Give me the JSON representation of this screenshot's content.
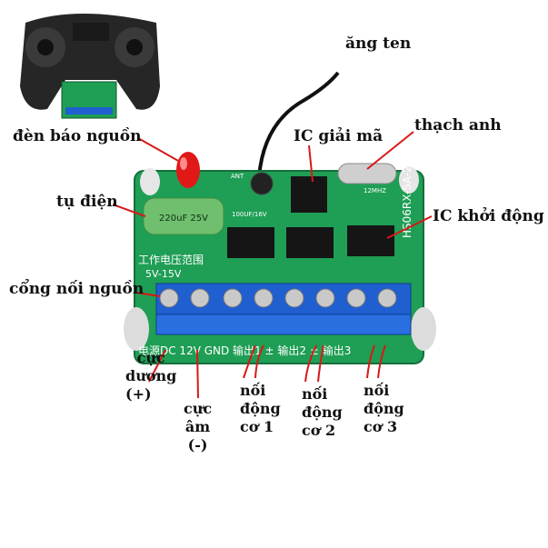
{
  "labels": {
    "antenna": "ăng ten",
    "power_led": "đèn báo nguồn",
    "decoder_ic": "IC giải mã",
    "crystal": "thạch anh",
    "capacitor": "tụ điện",
    "driver_ic": "IC khởi động",
    "power_port": "cổng nối nguồn",
    "positive": [
      "cực",
      "dương",
      "(+)"
    ],
    "negative": [
      "cực",
      "âm",
      "(-)"
    ],
    "motor1": [
      "nối",
      "động",
      "cơ 1"
    ],
    "motor2": [
      "nối",
      "động",
      "cơ 2"
    ],
    "motor3": [
      "nối",
      "động",
      "cơ 3"
    ]
  },
  "board_print": {
    "range_cn": "工作电压范围",
    "range_v": "5V-15V",
    "model": "HS06RX-5A-2.4G",
    "bottom": "电源DC 12V GND 输出1 ± 输出2 ± 输出3",
    "cap_small": "100UF/16V",
    "cap_big": "220uF 25V",
    "ant": "ANT",
    "xtal": "12MHZ"
  },
  "colors": {
    "board": "#1f9e55",
    "terminal": "#1f5fd0",
    "led": "#e01818",
    "ic": "#151515",
    "capacitor": "#6fbf6f"
  }
}
